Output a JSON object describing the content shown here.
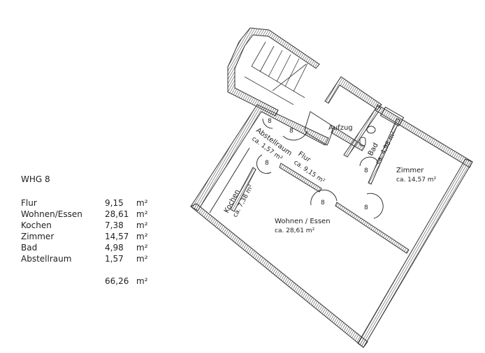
{
  "legend": {
    "title": "WHG 8",
    "rows": [
      {
        "name": "Flur",
        "value": "9,15",
        "unit": "m²"
      },
      {
        "name": "Wohnen/Essen",
        "value": "28,61",
        "unit": "m²"
      },
      {
        "name": "Kochen",
        "value": "7,38",
        "unit": "m²"
      },
      {
        "name": "Zimmer",
        "value": "14,57",
        "unit": "m²"
      },
      {
        "name": "Bad",
        "value": "4,98",
        "unit": "m²"
      },
      {
        "name": "Abstellraum",
        "value": "1,57",
        "unit": "m²"
      }
    ],
    "total": {
      "value": "66,26",
      "unit": "m²"
    }
  },
  "plan": {
    "rooms": {
      "aufzug": "Aufzug",
      "abstell_name": "Abstellraum",
      "abstell_area": "ca. 1,57 m²",
      "flur_name": "Flur",
      "flur_area": "ca. 9,15 m²",
      "bad_name": "Bad",
      "bad_area": "ca. 4,98 m²",
      "zimmer_name": "Zimmer",
      "zimmer_area": "ca. 14,57 m²",
      "kochen_name": "Kochen",
      "kochen_area": "ca. 7,38 m²",
      "wohnen_name": "Wohnen / Essen",
      "wohnen_area": "ca. 28,61 m²"
    },
    "door_label": "8",
    "wall_color": "#333333"
  }
}
